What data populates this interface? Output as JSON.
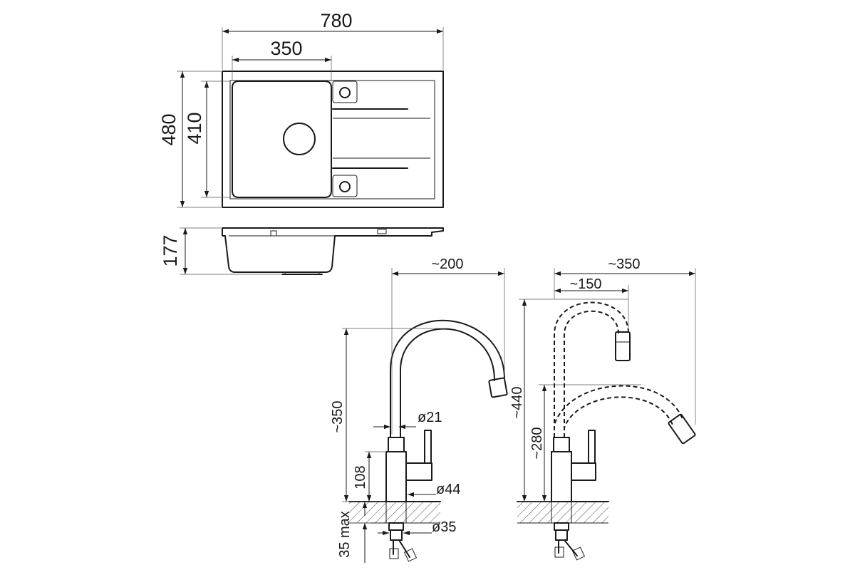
{
  "sink_top_view": {
    "width_label": "780",
    "bowl_width_label": "350",
    "height_label": "480",
    "bowl_height_label": "410"
  },
  "sink_side_view": {
    "depth_label": "177"
  },
  "faucet_front": {
    "reach_label": "~200",
    "height_label": "~350",
    "pipe_diameter_label": "ø21",
    "body_height_label": "108",
    "body_diameter_label": "ø44",
    "hole_diameter_label": "ø35",
    "worktop_label": "35 max"
  },
  "faucet_side": {
    "reach_label": "~350",
    "short_reach_label": "~150",
    "height_label": "~440",
    "low_height_label": "~280"
  }
}
